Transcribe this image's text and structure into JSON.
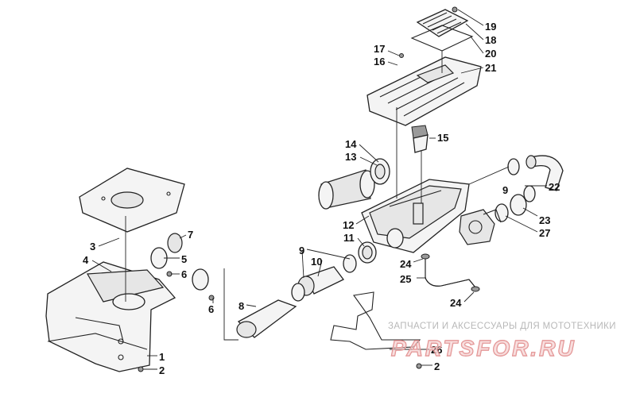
{
  "callouts": [
    {
      "id": "1",
      "label": "1"
    },
    {
      "id": "2a",
      "label": "2"
    },
    {
      "id": "2b",
      "label": "2"
    },
    {
      "id": "3",
      "label": "3"
    },
    {
      "id": "4",
      "label": "4"
    },
    {
      "id": "5",
      "label": "5"
    },
    {
      "id": "6a",
      "label": "6"
    },
    {
      "id": "6b",
      "label": "6"
    },
    {
      "id": "7",
      "label": "7"
    },
    {
      "id": "8",
      "label": "8"
    },
    {
      "id": "9a",
      "label": "9"
    },
    {
      "id": "9b",
      "label": "9"
    },
    {
      "id": "10",
      "label": "10"
    },
    {
      "id": "11",
      "label": "11"
    },
    {
      "id": "12",
      "label": "12"
    },
    {
      "id": "13",
      "label": "13"
    },
    {
      "id": "14",
      "label": "14"
    },
    {
      "id": "15",
      "label": "15"
    },
    {
      "id": "16",
      "label": "16"
    },
    {
      "id": "17",
      "label": "17"
    },
    {
      "id": "18",
      "label": "18"
    },
    {
      "id": "19",
      "label": "19"
    },
    {
      "id": "20",
      "label": "20"
    },
    {
      "id": "21",
      "label": "21"
    },
    {
      "id": "22",
      "label": "22"
    },
    {
      "id": "23",
      "label": "23"
    },
    {
      "id": "24a",
      "label": "24"
    },
    {
      "id": "24b",
      "label": "24"
    },
    {
      "id": "25",
      "label": "25"
    },
    {
      "id": "26",
      "label": "26"
    },
    {
      "id": "27",
      "label": "27"
    }
  ],
  "watermark": {
    "text": "ЗАПЧАСТИ И АКСЕССУАРЫ ДЛЯ МОТОТЕХНИКИ",
    "logo": "PARTSFOR.RU"
  }
}
